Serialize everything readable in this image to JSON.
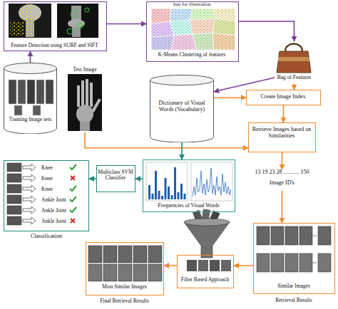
{
  "diagram": {
    "nodes": [
      {
        "text": [
          "Feature Detection using SURF and SIFT"
        ]
      },
      {
        "text": [
          "Just for illustration",
          "K-Means Clustering of features"
        ]
      },
      {
        "text": [
          "Bag of Features"
        ]
      },
      {
        "text": [
          "Training Image sets"
        ]
      },
      {
        "text": [
          "Test Image"
        ]
      },
      {
        "text": [
          "Dictionary of Visual Words (Vocabulary)"
        ]
      },
      {
        "text": [
          "Create Image Index"
        ]
      },
      {
        "text": [
          "Retrieve Images based on Similarities"
        ]
      },
      {
        "text": [
          "Multiclass SVM Classifier"
        ]
      },
      {
        "text": [
          "Frequencies of Visual Words"
        ]
      },
      {
        "text": [
          "13 19 23 28 ........... 150",
          "Image ID's"
        ]
      },
      {
        "text": [
          "Knee",
          "Knee",
          "Knee",
          "Ankle Joint",
          "Ankle Joint",
          "Ankle Joint",
          "Classification"
        ]
      },
      {
        "text": [
          "Most Similar Images",
          "Final Retrieval Results"
        ]
      },
      {
        "text": [
          "Filter Based Approach"
        ]
      },
      {
        "text": [
          "Similar Images",
          "Retrieval Results"
        ]
      }
    ],
    "edges": [
      {
        "from": 3,
        "to": 0,
        "arrow": "to"
      },
      {
        "from": 0,
        "to": 1,
        "arrow": "to"
      },
      {
        "from": 1,
        "to": 2,
        "arrow": "to"
      },
      {
        "from": 2,
        "to": 5,
        "arrow": "to"
      },
      {
        "from": 5,
        "to": 6,
        "arrow": "to"
      },
      {
        "from": 2,
        "to": 6,
        "arrow": "to"
      },
      {
        "from": 4,
        "to": 7,
        "arrow": "to"
      },
      {
        "from": 6,
        "to": 7,
        "arrow": "to"
      },
      {
        "from": 7,
        "to": 10,
        "arrow": "to"
      },
      {
        "from": 10,
        "to": 14,
        "arrow": "to"
      },
      {
        "from": 14,
        "to": 13,
        "arrow": "to"
      },
      {
        "from": 13,
        "to": 12,
        "arrow": "to"
      },
      {
        "from": 5,
        "to": 9,
        "arrow": "to"
      },
      {
        "from": 9,
        "to": 8,
        "arrow": "to"
      },
      {
        "from": 8,
        "to": 11,
        "arrow": "to"
      }
    ]
  }
}
